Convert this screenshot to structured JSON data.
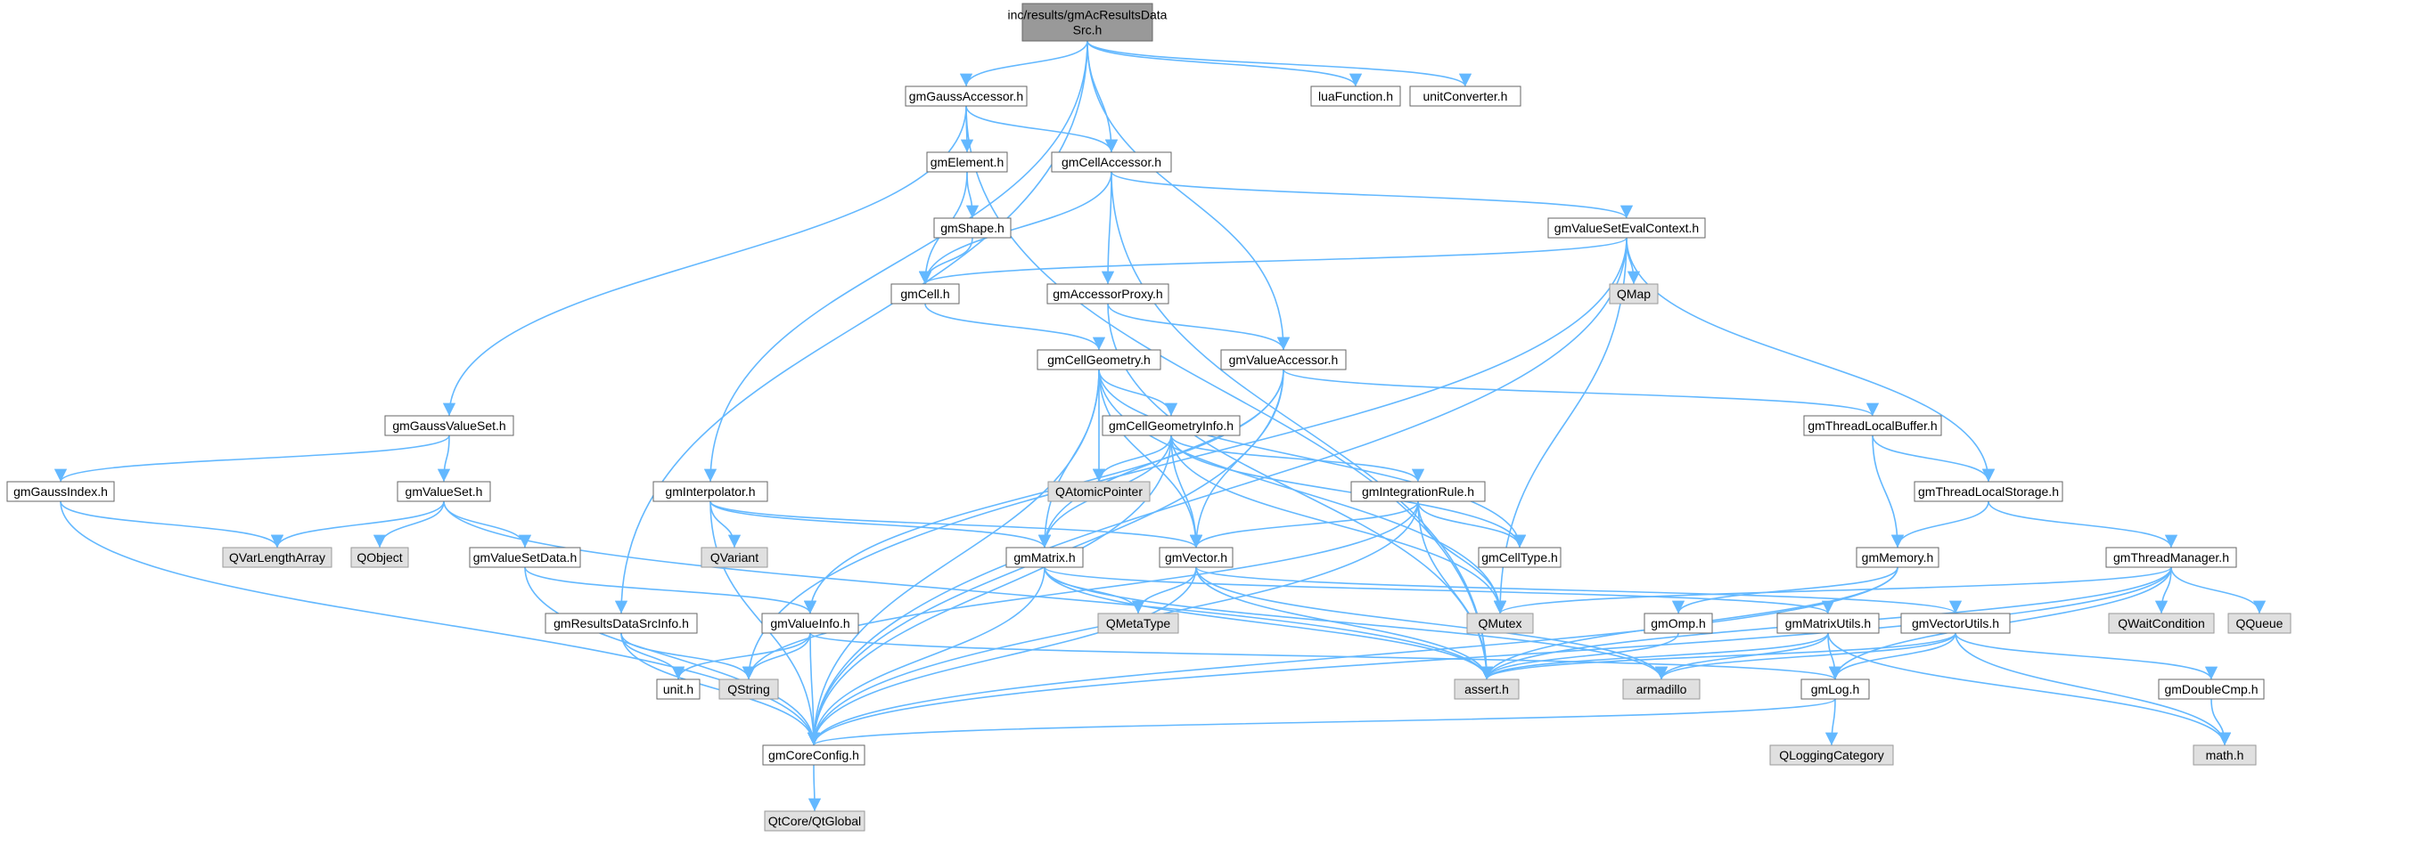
{
  "graph": {
    "title": "",
    "colors": {
      "edge": "#63b8ff",
      "root_fill": "#999999",
      "system_fill": "#e0e0e0",
      "node_fill": "#ffffff",
      "border": "#666666"
    },
    "nodes": [
      {
        "id": "root",
        "lines": [
          "inc/results/gmAcResultsData",
          "Src.h"
        ],
        "kind": "root"
      },
      {
        "id": "gaussacc",
        "lines": [
          "gmGaussAccessor.h"
        ],
        "kind": "own"
      },
      {
        "id": "luafn",
        "lines": [
          "luaFunction.h"
        ],
        "kind": "own"
      },
      {
        "id": "unitconv",
        "lines": [
          "unitConverter.h"
        ],
        "kind": "own"
      },
      {
        "id": "element",
        "lines": [
          "gmElement.h"
        ],
        "kind": "own"
      },
      {
        "id": "cellacc",
        "lines": [
          "gmCellAccessor.h"
        ],
        "kind": "own"
      },
      {
        "id": "shape",
        "lines": [
          "gmShape.h"
        ],
        "kind": "own"
      },
      {
        "id": "vseval",
        "lines": [
          "gmValueSetEvalContext.h"
        ],
        "kind": "own"
      },
      {
        "id": "cell",
        "lines": [
          "gmCell.h"
        ],
        "kind": "own"
      },
      {
        "id": "accproxy",
        "lines": [
          "gmAccessorProxy.h"
        ],
        "kind": "own"
      },
      {
        "id": "qmap",
        "lines": [
          "QMap"
        ],
        "kind": "sys"
      },
      {
        "id": "cellgeo",
        "lines": [
          "gmCellGeometry.h"
        ],
        "kind": "own"
      },
      {
        "id": "valacc",
        "lines": [
          "gmValueAccessor.h"
        ],
        "kind": "own"
      },
      {
        "id": "gaussvs",
        "lines": [
          "gmGaussValueSet.h"
        ],
        "kind": "own"
      },
      {
        "id": "tlbuf",
        "lines": [
          "gmThreadLocalBuffer.h"
        ],
        "kind": "own"
      },
      {
        "id": "cellgeoinfo",
        "lines": [
          "gmCellGeometryInfo.h"
        ],
        "kind": "own"
      },
      {
        "id": "gaussidx",
        "lines": [
          "gmGaussIndex.h"
        ],
        "kind": "own"
      },
      {
        "id": "valueset",
        "lines": [
          "gmValueSet.h"
        ],
        "kind": "own"
      },
      {
        "id": "interp",
        "lines": [
          "gmInterpolator.h"
        ],
        "kind": "own"
      },
      {
        "id": "qatomic",
        "lines": [
          "QAtomicPointer"
        ],
        "kind": "sys"
      },
      {
        "id": "intrule",
        "lines": [
          "gmIntegrationRule.h"
        ],
        "kind": "own"
      },
      {
        "id": "tlstore",
        "lines": [
          "gmThreadLocalStorage.h"
        ],
        "kind": "own"
      },
      {
        "id": "qvarlen",
        "lines": [
          "QVarLengthArray"
        ],
        "kind": "sys"
      },
      {
        "id": "qobject",
        "lines": [
          "QObject"
        ],
        "kind": "sys"
      },
      {
        "id": "vsdata",
        "lines": [
          "gmValueSetData.h"
        ],
        "kind": "own"
      },
      {
        "id": "qvariant",
        "lines": [
          "QVariant"
        ],
        "kind": "sys"
      },
      {
        "id": "matrix",
        "lines": [
          "gmMatrix.h"
        ],
        "kind": "own"
      },
      {
        "id": "vector",
        "lines": [
          "gmVector.h"
        ],
        "kind": "own"
      },
      {
        "id": "celltype",
        "lines": [
          "gmCellType.h"
        ],
        "kind": "own"
      },
      {
        "id": "memory",
        "lines": [
          "gmMemory.h"
        ],
        "kind": "own"
      },
      {
        "id": "threadmgr",
        "lines": [
          "gmThreadManager.h"
        ],
        "kind": "own"
      },
      {
        "id": "resinfo",
        "lines": [
          "gmResultsDataSrcInfo.h"
        ],
        "kind": "own"
      },
      {
        "id": "valinfo",
        "lines": [
          "gmValueInfo.h"
        ],
        "kind": "own"
      },
      {
        "id": "qmetatype",
        "lines": [
          "QMetaType"
        ],
        "kind": "sys"
      },
      {
        "id": "qmutex",
        "lines": [
          "QMutex"
        ],
        "kind": "sys"
      },
      {
        "id": "omp",
        "lines": [
          "gmOmp.h"
        ],
        "kind": "own"
      },
      {
        "id": "matutils",
        "lines": [
          "gmMatrixUtils.h"
        ],
        "kind": "own"
      },
      {
        "id": "vecutils",
        "lines": [
          "gmVectorUtils.h"
        ],
        "kind": "own"
      },
      {
        "id": "qwaitcond",
        "lines": [
          "QWaitCondition"
        ],
        "kind": "sys"
      },
      {
        "id": "qqueue",
        "lines": [
          "QQueue"
        ],
        "kind": "sys"
      },
      {
        "id": "unit",
        "lines": [
          "unit.h"
        ],
        "kind": "own"
      },
      {
        "id": "qstring",
        "lines": [
          "QString"
        ],
        "kind": "sys"
      },
      {
        "id": "assert",
        "lines": [
          "assert.h"
        ],
        "kind": "sys"
      },
      {
        "id": "armadillo",
        "lines": [
          "armadillo"
        ],
        "kind": "sys"
      },
      {
        "id": "log",
        "lines": [
          "gmLog.h"
        ],
        "kind": "own"
      },
      {
        "id": "dblcmp",
        "lines": [
          "gmDoubleCmp.h"
        ],
        "kind": "own"
      },
      {
        "id": "coreconfig",
        "lines": [
          "gmCoreConfig.h"
        ],
        "kind": "own"
      },
      {
        "id": "qlogcat",
        "lines": [
          "QLoggingCategory"
        ],
        "kind": "sys"
      },
      {
        "id": "math",
        "lines": [
          "math.h"
        ],
        "kind": "sys"
      },
      {
        "id": "qtglobal",
        "lines": [
          "QtCore/QtGlobal"
        ],
        "kind": "sys"
      }
    ],
    "edges": [
      [
        "root",
        "gaussacc"
      ],
      [
        "root",
        "cellacc"
      ],
      [
        "root",
        "luafn"
      ],
      [
        "root",
        "unitconv"
      ],
      [
        "root",
        "valacc"
      ],
      [
        "root",
        "interp"
      ],
      [
        "root",
        "resinfo"
      ],
      [
        "gaussacc",
        "element"
      ],
      [
        "gaussacc",
        "cellacc"
      ],
      [
        "gaussacc",
        "gaussvs"
      ],
      [
        "gaussacc",
        "assert"
      ],
      [
        "element",
        "shape"
      ],
      [
        "element",
        "cell"
      ],
      [
        "shape",
        "cell"
      ],
      [
        "cellacc",
        "cell"
      ],
      [
        "cellacc",
        "accproxy"
      ],
      [
        "cellacc",
        "vseval"
      ],
      [
        "cellacc",
        "assert"
      ],
      [
        "vseval",
        "cell"
      ],
      [
        "vseval",
        "qmap"
      ],
      [
        "vseval",
        "tlstore"
      ],
      [
        "vseval",
        "qmutex"
      ],
      [
        "vseval",
        "qstring"
      ],
      [
        "vseval",
        "coreconfig"
      ],
      [
        "cell",
        "cellgeo"
      ],
      [
        "accproxy",
        "valacc"
      ],
      [
        "accproxy",
        "assert"
      ],
      [
        "cellgeo",
        "cellgeoinfo"
      ],
      [
        "cellgeo",
        "matrix"
      ],
      [
        "cellgeo",
        "vector"
      ],
      [
        "cellgeo",
        "qatomic"
      ],
      [
        "cellgeo",
        "celltype"
      ],
      [
        "cellgeo",
        "qmutex"
      ],
      [
        "cellgeo",
        "coreconfig"
      ],
      [
        "valacc",
        "tlbuf"
      ],
      [
        "valacc",
        "vector"
      ],
      [
        "valacc",
        "matrix"
      ],
      [
        "valacc",
        "valinfo"
      ],
      [
        "valacc",
        "coreconfig"
      ],
      [
        "tlbuf",
        "tlstore"
      ],
      [
        "tlbuf",
        "memory"
      ],
      [
        "tlstore",
        "memory"
      ],
      [
        "tlstore",
        "threadmgr"
      ],
      [
        "cellgeoinfo",
        "qatomic"
      ],
      [
        "cellgeoinfo",
        "intrule"
      ],
      [
        "cellgeoinfo",
        "vector"
      ],
      [
        "cellgeoinfo",
        "matrix"
      ],
      [
        "cellgeoinfo",
        "celltype"
      ],
      [
        "cellgeoinfo",
        "qmutex"
      ],
      [
        "cellgeoinfo",
        "coreconfig"
      ],
      [
        "gaussvs",
        "gaussidx"
      ],
      [
        "gaussvs",
        "valueset"
      ],
      [
        "gaussidx",
        "qvarlen"
      ],
      [
        "gaussidx",
        "coreconfig"
      ],
      [
        "valueset",
        "qvarlen"
      ],
      [
        "valueset",
        "qobject"
      ],
      [
        "valueset",
        "vsdata"
      ],
      [
        "valueset",
        "assert"
      ],
      [
        "vsdata",
        "valinfo"
      ],
      [
        "vsdata",
        "coreconfig"
      ],
      [
        "interp",
        "qvariant"
      ],
      [
        "interp",
        "matrix"
      ],
      [
        "interp",
        "vector"
      ],
      [
        "interp",
        "coreconfig"
      ],
      [
        "intrule",
        "vector"
      ],
      [
        "intrule",
        "celltype"
      ],
      [
        "intrule",
        "qmutex"
      ],
      [
        "intrule",
        "assert"
      ],
      [
        "intrule",
        "qstring"
      ],
      [
        "intrule",
        "coreconfig"
      ],
      [
        "matrix",
        "qmetatype"
      ],
      [
        "matrix",
        "matutils"
      ],
      [
        "matrix",
        "assert"
      ],
      [
        "matrix",
        "coreconfig"
      ],
      [
        "matrix",
        "armadillo"
      ],
      [
        "vector",
        "qmetatype"
      ],
      [
        "vector",
        "vecutils"
      ],
      [
        "vector",
        "assert"
      ],
      [
        "vector",
        "armadillo"
      ],
      [
        "vector",
        "coreconfig"
      ],
      [
        "memory",
        "omp"
      ],
      [
        "memory",
        "assert"
      ],
      [
        "memory",
        "coreconfig"
      ],
      [
        "threadmgr",
        "qmutex"
      ],
      [
        "threadmgr",
        "qwaitcond"
      ],
      [
        "threadmgr",
        "qqueue"
      ],
      [
        "threadmgr",
        "log"
      ],
      [
        "threadmgr",
        "coreconfig"
      ],
      [
        "threadmgr",
        "assert"
      ],
      [
        "resinfo",
        "unit"
      ],
      [
        "resinfo",
        "qstring"
      ],
      [
        "resinfo",
        "coreconfig"
      ],
      [
        "valinfo",
        "unit"
      ],
      [
        "valinfo",
        "qstring"
      ],
      [
        "valinfo",
        "log"
      ],
      [
        "valinfo",
        "coreconfig"
      ],
      [
        "omp",
        "assert"
      ],
      [
        "matutils",
        "log"
      ],
      [
        "matutils",
        "assert"
      ],
      [
        "matutils",
        "armadillo"
      ],
      [
        "matutils",
        "math"
      ],
      [
        "vecutils",
        "log"
      ],
      [
        "vecutils",
        "dblcmp"
      ],
      [
        "vecutils",
        "assert"
      ],
      [
        "vecutils",
        "armadillo"
      ],
      [
        "vecutils",
        "math"
      ],
      [
        "log",
        "qlogcat"
      ],
      [
        "log",
        "coreconfig"
      ],
      [
        "dblcmp",
        "math"
      ],
      [
        "coreconfig",
        "qtglobal"
      ]
    ]
  }
}
